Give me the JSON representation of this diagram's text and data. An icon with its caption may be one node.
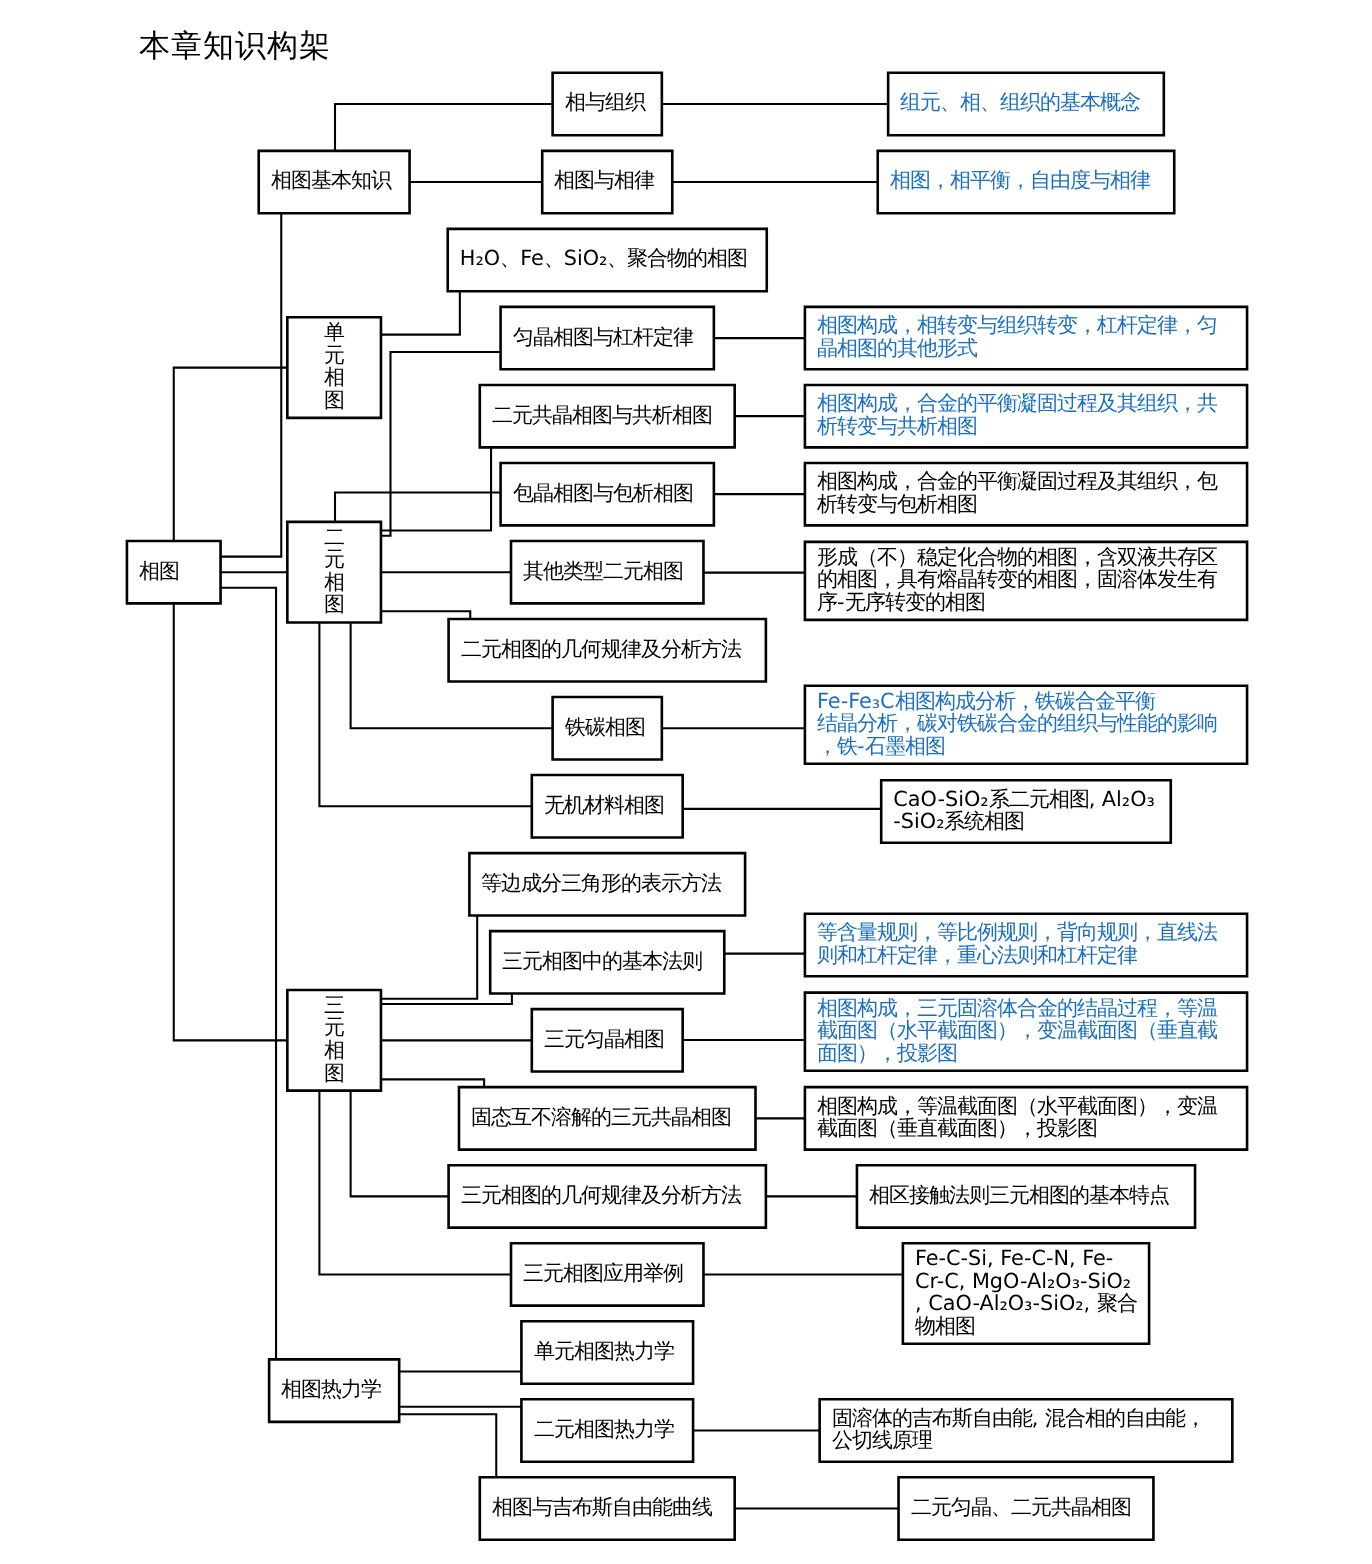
{
  "diagram": {
    "title": "本章知识构架",
    "nodes": [
      {
        "text": [
          "相图"
        ]
      },
      {
        "text": [
          "相图基本知识"
        ]
      },
      {
        "text": [
          "相与组织"
        ]
      },
      {
        "text": [
          "组元、相、组织的基本概念"
        ]
      },
      {
        "text": [
          "相图与相律"
        ]
      },
      {
        "text": [
          "相图，相平衡，自由度与相律"
        ]
      },
      {
        "text": [
          "单元相图"
        ]
      },
      {
        "text": [
          "H₂O、Fe、SiO₂、聚合物的相图"
        ]
      },
      {
        "text": [
          "二元相图"
        ]
      },
      {
        "text": [
          "匀晶相图与杠杆定律"
        ]
      },
      {
        "text": [
          "相图构成，相转变与组织转变，杠杆定律，匀晶相图的其他形式"
        ]
      },
      {
        "text": [
          "二元共晶相图与共析相图"
        ]
      },
      {
        "text": [
          "相图构成，合金的平衡凝固过程及其组织，共析转变与共析相图"
        ]
      },
      {
        "text": [
          "包晶相图与包析相图"
        ]
      },
      {
        "text": [
          "相图构成，合金的平衡凝固过程及其组织，包析转变与包析相图"
        ]
      },
      {
        "text": [
          "其他类型二元相图"
        ]
      },
      {
        "text": [
          "形成（不）稳定化合物的相图，含双液共存区的相图，具有熔晶转变的相图，固溶体发生有序-无序转变的相图"
        ]
      },
      {
        "text": [
          "二元相图的几何规律及分析方法"
        ]
      },
      {
        "text": [
          "铁碳相图"
        ]
      },
      {
        "text": [
          "Fe-Fe₃C相图构成分析，铁碳合金平衡结晶分析，碳对铁碳合金的组织与性能的影响，铁-石墨相图"
        ]
      },
      {
        "text": [
          "无机材料相图"
        ]
      },
      {
        "text": [
          "CaO-SiO₂系二元相图, Al₂O₃-SiO₂系统相图"
        ]
      },
      {
        "text": [
          "三元相图"
        ]
      },
      {
        "text": [
          "等边成分三角形的表示方法"
        ]
      },
      {
        "text": [
          "三元相图中的基本法则"
        ]
      },
      {
        "text": [
          "等含量规则，等比例规则，背向规则，直线法则和杠杆定律，重心法则和杠杆定律"
        ]
      },
      {
        "text": [
          "三元匀晶相图"
        ]
      },
      {
        "text": [
          "相图构成，三元固溶体合金的结晶过程，等温截面图（水平截面图），变温截面图（垂直截面图），投影图"
        ]
      },
      {
        "text": [
          "固态互不溶解的三元共晶相图"
        ]
      },
      {
        "text": [
          "相图构成，等温截面图（水平截面图），变温截面图（垂直截面图），投影图"
        ]
      },
      {
        "text": [
          "三元相图的几何规律及分析方法"
        ]
      },
      {
        "text": [
          "相区接触法则三元相图的基本特点"
        ]
      },
      {
        "text": [
          "三元相图应用举例"
        ]
      },
      {
        "text": [
          "Fe-C-Si, Fe-C-N, Fe-Cr-C, MgO-Al₂O₃-SiO₂, CaO-Al₂O₃-SiO₂, 聚合物相图"
        ]
      },
      {
        "text": [
          "相图热力学"
        ]
      },
      {
        "text": [
          "单元相图热力学"
        ]
      },
      {
        "text": [
          "二元相图热力学"
        ]
      },
      {
        "text": [
          "固溶体的吉布斯自由能, 混合相的自由能，公切线原理"
        ]
      },
      {
        "text": [
          "相图与吉布斯自由能曲线"
        ]
      },
      {
        "text": [
          "二元匀晶、二元共晶相图"
        ]
      }
    ],
    "edges": [
      {
        "from": 0,
        "to": 1,
        "arrow": "none"
      },
      {
        "from": 0,
        "to": 6,
        "arrow": "none"
      },
      {
        "from": 0,
        "to": 8,
        "arrow": "none"
      },
      {
        "from": 0,
        "to": 22,
        "arrow": "none"
      },
      {
        "from": 0,
        "to": 34,
        "arrow": "none"
      },
      {
        "from": 1,
        "to": 2,
        "arrow": "none"
      },
      {
        "from": 1,
        "to": 4,
        "arrow": "none"
      },
      {
        "from": 2,
        "to": 3,
        "arrow": "none"
      },
      {
        "from": 4,
        "to": 5,
        "arrow": "none"
      },
      {
        "from": 6,
        "to": 7,
        "arrow": "none"
      },
      {
        "from": 8,
        "to": 9,
        "arrow": "none"
      },
      {
        "from": 8,
        "to": 11,
        "arrow": "none"
      },
      {
        "from": 8,
        "to": 13,
        "arrow": "none"
      },
      {
        "from": 8,
        "to": 15,
        "arrow": "none"
      },
      {
        "from": 8,
        "to": 17,
        "arrow": "none"
      },
      {
        "from": 8,
        "to": 18,
        "arrow": "none"
      },
      {
        "from": 8,
        "to": 20,
        "arrow": "none"
      },
      {
        "from": 9,
        "to": 10,
        "arrow": "none"
      },
      {
        "from": 11,
        "to": 12,
        "arrow": "none"
      },
      {
        "from": 13,
        "to": 14,
        "arrow": "none"
      },
      {
        "from": 15,
        "to": 16,
        "arrow": "none"
      },
      {
        "from": 18,
        "to": 19,
        "arrow": "none"
      },
      {
        "from": 20,
        "to": 21,
        "arrow": "none"
      },
      {
        "from": 22,
        "to": 23,
        "arrow": "none"
      },
      {
        "from": 22,
        "to": 24,
        "arrow": "none"
      },
      {
        "from": 22,
        "to": 26,
        "arrow": "none"
      },
      {
        "from": 22,
        "to": 28,
        "arrow": "none"
      },
      {
        "from": 22,
        "to": 30,
        "arrow": "none"
      },
      {
        "from": 22,
        "to": 32,
        "arrow": "none"
      },
      {
        "from": 24,
        "to": 25,
        "arrow": "none"
      },
      {
        "from": 26,
        "to": 27,
        "arrow": "none"
      },
      {
        "from": 28,
        "to": 29,
        "arrow": "none"
      },
      {
        "from": 30,
        "to": 31,
        "arrow": "none"
      },
      {
        "from": 32,
        "to": 33,
        "arrow": "none"
      },
      {
        "from": 34,
        "to": 35,
        "arrow": "none"
      },
      {
        "from": 34,
        "to": 36,
        "arrow": "none"
      },
      {
        "from": 34,
        "to": 38,
        "arrow": "none"
      },
      {
        "from": 36,
        "to": 37,
        "arrow": "none"
      },
      {
        "from": 38,
        "to": 39,
        "arrow": "none"
      }
    ]
  }
}
